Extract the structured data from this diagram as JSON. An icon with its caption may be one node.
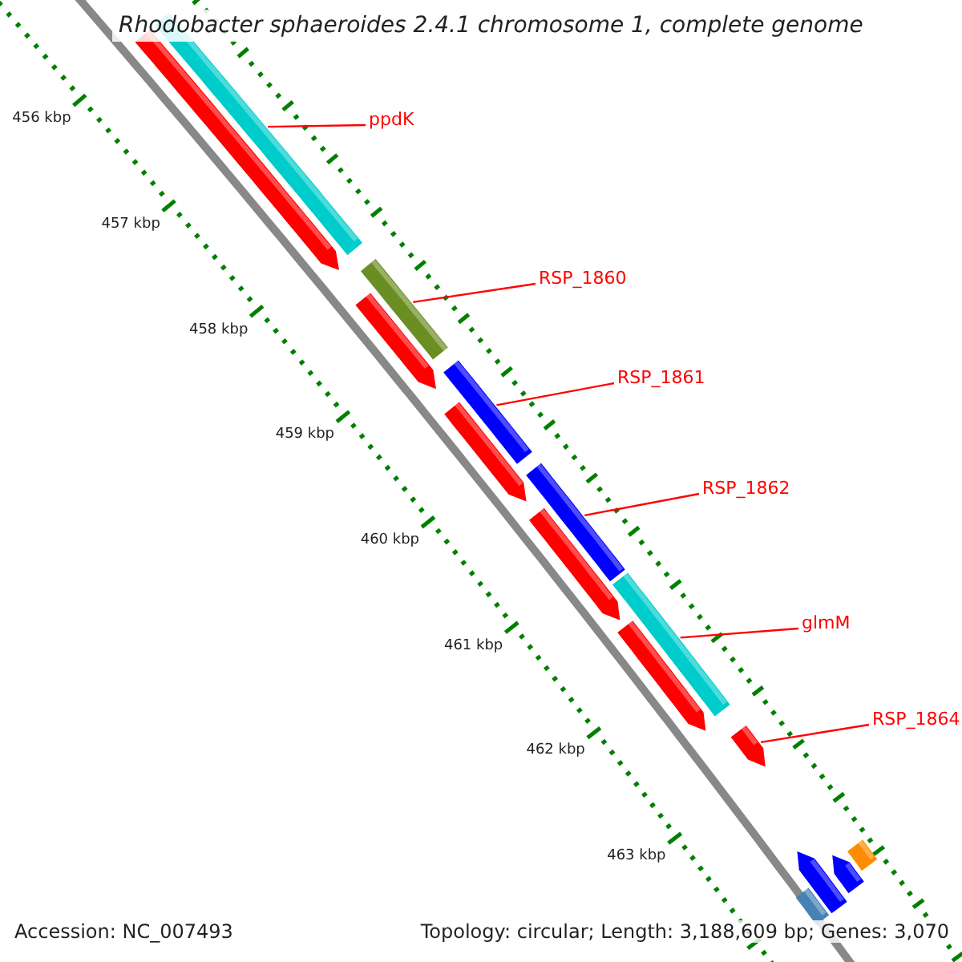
{
  "diagram": {
    "title": "Rhodobacter sphaeroides 2.4.1 chromosome 1, complete genome",
    "nodes": [
      {
        "text": [
          "ppdK"
        ]
      },
      {
        "text": [
          "RSP_1860"
        ]
      },
      {
        "text": [
          "RSP_1861"
        ]
      },
      {
        "text": [
          "RSP_1862"
        ]
      },
      {
        "text": [
          "glmM"
        ]
      },
      {
        "text": [
          "RSP_1864"
        ]
      },
      {
        "text": [],
        "shape": "bar"
      },
      {
        "text": [],
        "shape": "bar"
      },
      {
        "text": [],
        "shape": "bar"
      },
      {
        "text": [],
        "shape": "bar"
      },
      {
        "text": [],
        "shape": "bar"
      },
      {
        "text": [],
        "shape": "bar"
      },
      {
        "text": [],
        "shape": "bar"
      },
      {
        "text": [],
        "shape": "bar"
      },
      {
        "text": [],
        "shape": "bar"
      },
      {
        "text": [],
        "shape": "bar"
      },
      {
        "text": [],
        "shape": "bar"
      },
      {
        "text": [],
        "shape": "bar"
      },
      {
        "text": [],
        "shape": "bar"
      },
      {
        "text": [],
        "shape": "bar"
      },
      {
        "text": [],
        "shape": "bar"
      }
    ],
    "edges": [
      {
        "from": 0,
        "to": 7,
        "arrow": "none"
      },
      {
        "from": 1,
        "to": 8,
        "arrow": "none"
      },
      {
        "from": 2,
        "to": 10,
        "arrow": "none"
      },
      {
        "from": 3,
        "to": 12,
        "arrow": "none"
      },
      {
        "from": 4,
        "to": 14,
        "arrow": "none"
      },
      {
        "from": 5,
        "to": 16,
        "arrow": "none"
      }
    ],
    "labels": [
      "456 kbp",
      "457 kbp",
      "458 kbp",
      "459 kbp",
      "460 kbp",
      "461 kbp",
      "462 kbp",
      "463 kbp",
      "Accession: NC_007493",
      "Topology: circular; Length: 3,188,609 bp; Genes: 3,070"
    ]
  }
}
